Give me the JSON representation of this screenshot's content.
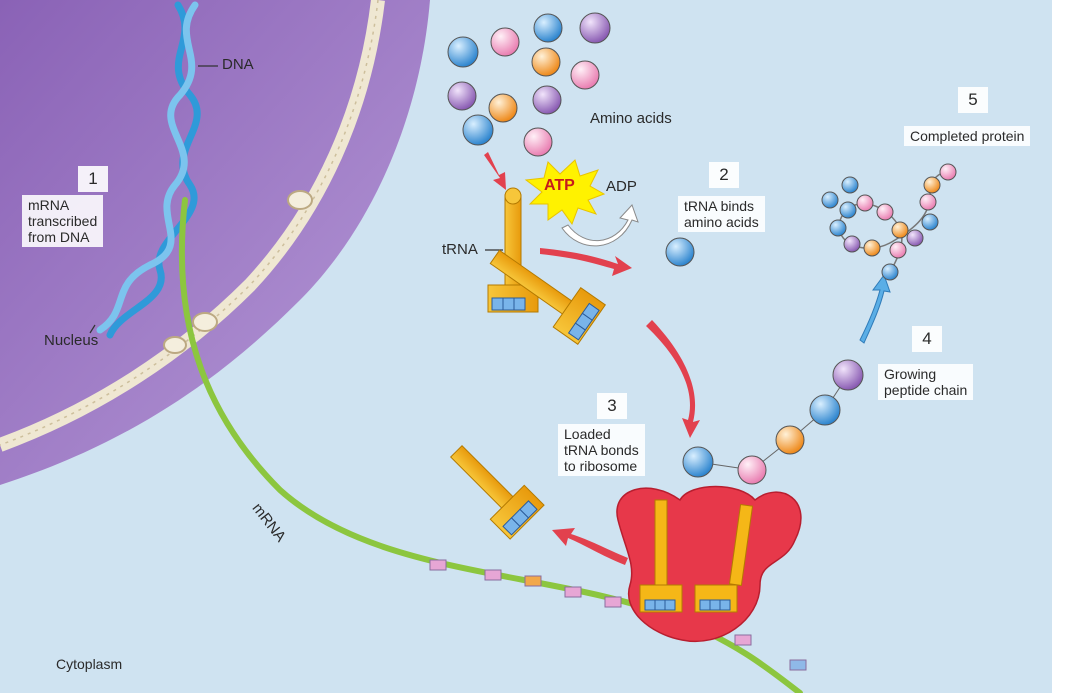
{
  "labels": {
    "dna": "DNA",
    "nucleus": "Nucleus",
    "cytoplasm": "Cytoplasm",
    "mrna": "mRNA",
    "trna": "tRNA",
    "amino_acids": "Amino acids",
    "atp": "ATP",
    "adp": "ADP"
  },
  "steps": [
    {
      "number": "1",
      "text": "mRNA\ntranscribed\nfrom DNA"
    },
    {
      "number": "2",
      "text": "tRNA binds\namino acids"
    },
    {
      "number": "3",
      "text": "Loaded\ntRNA bonds\nto ribosome"
    },
    {
      "number": "4",
      "text": "Growing\npeptide chain"
    },
    {
      "number": "5",
      "text": "Completed protein"
    }
  ],
  "colors": {
    "cytoplasm": "#cfe3f1",
    "nucleus": "#9c7bc4",
    "envelope": "#ece4cf",
    "dna": "#2f9ad9",
    "mrna": "#8cc63f",
    "trna": "#f5b717",
    "ribosome": "#e7384a",
    "arrow": "#e2414e",
    "atp_burst": "#fff200",
    "amino_blue": "#4da3e0",
    "amino_purple": "#a77bc8",
    "amino_pink": "#f2a3c7",
    "amino_orange": "#f5a03a"
  }
}
